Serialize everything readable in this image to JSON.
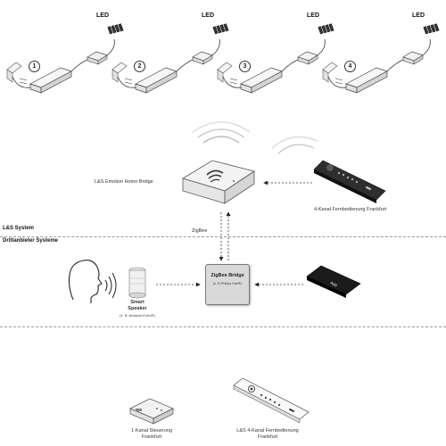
{
  "top_row": {
    "led_label": "LED",
    "steps": [
      "1",
      "2",
      "3",
      "4"
    ]
  },
  "diagram": {
    "home_bridge_label": "L&S Emotion Home Bridge",
    "remote_label": "4-Kanal Fernbedienung Frankfurt",
    "zigbee_label": "ZigBee",
    "section_ls": "L&S System",
    "section_third": "Drittanbieter Systeme",
    "zigbee_bridge_title": "ZigBee Bridge",
    "zigbee_bridge_sub": "(z. B Philips Hue®)",
    "smart_speaker_title": "Smart",
    "smart_speaker_title2": "Speaker",
    "smart_speaker_sub": "(z. B. Amazon Echo®)",
    "phone_text": "App"
  },
  "bottom": {
    "controller_label_1": "1-Kanal Steuerung",
    "controller_label_2": "Frankfurt",
    "remote_label_1": "L&S 4-Kanal Fernbedienung",
    "remote_label_2": "Frankfurt"
  }
}
